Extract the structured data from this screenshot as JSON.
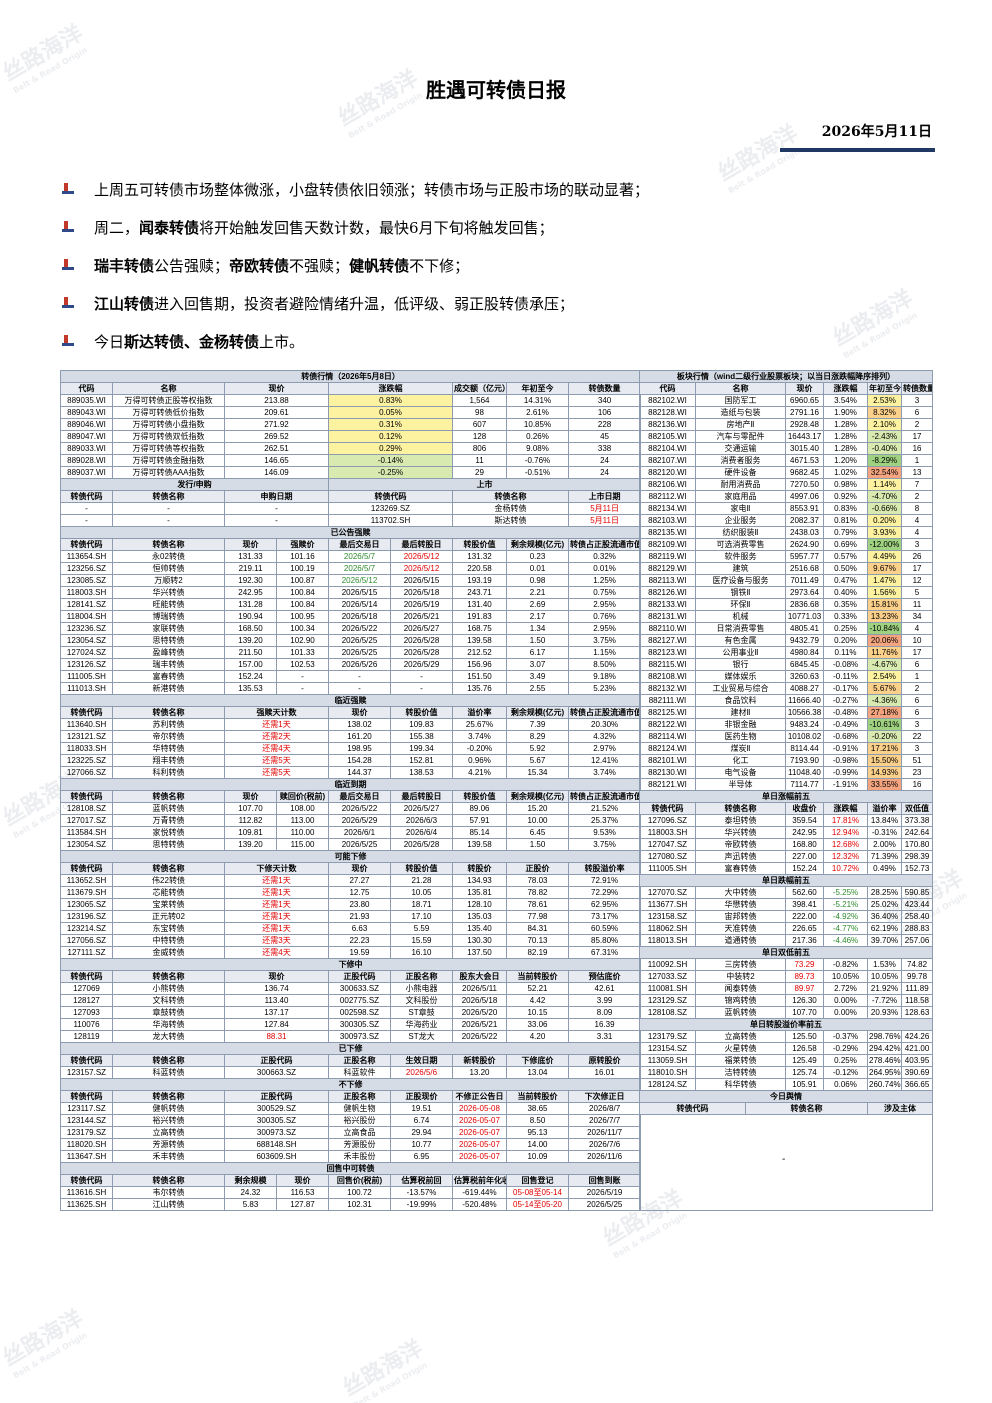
{
  "title": "胜遇可转债日报",
  "date": "2026年5月11日",
  "bullets": [
    [
      {
        "t": "上周五可转债市场整体微涨，小盘转债依旧领涨；转债市场与正股市场的联动显著；",
        "b": false
      }
    ],
    [
      {
        "t": "周二，",
        "b": false
      },
      {
        "t": "闻泰转债",
        "b": true
      },
      {
        "t": "将开始触发回售天数计数，最快6月下旬将触发回售；",
        "b": false
      }
    ],
    [
      {
        "t": "瑞丰转债",
        "b": true
      },
      {
        "t": "公告强赎；",
        "b": false
      },
      {
        "t": "帝欧转债",
        "b": true
      },
      {
        "t": "不强赎；",
        "b": false
      },
      {
        "t": "健帆转债",
        "b": true
      },
      {
        "t": "不下修；",
        "b": false
      }
    ],
    [
      {
        "t": "江山转债",
        "b": true
      },
      {
        "t": "进入回售期，投资者避险情绪升温，低评级、弱正股转债承压；",
        "b": false
      }
    ],
    [
      {
        "t": "今日",
        "b": false
      },
      {
        "t": "斯达转债、金杨转债",
        "b": true
      },
      {
        "t": "上市。",
        "b": false
      }
    ]
  ],
  "watermark": {
    "cn": "丝路海洋",
    "en": "Belt & Road Origin"
  },
  "left_rows": [
    [
      "sec",
      "转债行情（2026年5月8日）"
    ],
    [
      "hd",
      "代码",
      "名称",
      "现价",
      "涨跌幅",
      "成交额（亿元）",
      "年初至今",
      "转债数量"
    ],
    [
      "",
      "889035.WI",
      "万得可转债正股等权指数",
      "213.88",
      "0.83%",
      "1,564",
      "14.31%",
      "340"
    ],
    [
      "",
      "889043.WI",
      "万得可转债低价指数",
      "209.61",
      "0.05%",
      "98",
      "2.61%",
      "106"
    ],
    [
      "",
      "889046.WI",
      "万得可转债小盘指数",
      "271.92",
      "0.31%",
      "607",
      "10.85%",
      "228"
    ],
    [
      "",
      "889047.WI",
      "万得可转债双低指数",
      "269.52",
      "0.12%",
      "128",
      "0.26%",
      "45"
    ],
    [
      "",
      "889033.WI",
      "万得可转债等权指数",
      "262.51",
      "0.29%",
      "806",
      "9.08%",
      "338"
    ],
    [
      "",
      "889028.WI",
      "万得可转债金融指数",
      "146.65",
      "-0.14%",
      "11",
      "-0.76%",
      "24"
    ],
    [
      "",
      "889037.WI",
      "万得可转债AAA指数",
      "146.09",
      "-0.25%",
      "29",
      "-0.51%",
      "24"
    ],
    [
      "sec",
      "发行/申购",
      "上市"
    ],
    [
      "hd",
      "转债代码",
      "转债名称",
      "申购日期",
      "转债代码",
      "转债名称",
      "上市日期"
    ],
    [
      "",
      "-",
      "-",
      "-",
      "123269.SZ",
      "金杨转债",
      "5月11日"
    ],
    [
      "",
      "-",
      "-",
      "-",
      "113702.SH",
      "斯达转债",
      "5月11日"
    ],
    [
      "sec",
      "已公告强赎"
    ],
    [
      "hd",
      "转债代码",
      "转债名称",
      "现价",
      "强赎价",
      "最后交易日",
      "最后转股日",
      "转股价值",
      "剩余规模(亿元)",
      "转债占正股流通市值比"
    ],
    [
      "",
      "113654.SH",
      "永02转债",
      "131.33",
      "101.16",
      "2026/5/7",
      "2026/5/12",
      "131.32",
      "0.23",
      "0.32%"
    ],
    [
      "",
      "123256.SZ",
      "恒帅转债",
      "219.11",
      "100.19",
      "2026/5/7",
      "2026/5/12",
      "220.58",
      "0.01",
      "0.01%"
    ],
    [
      "",
      "123085.SZ",
      "万顺转2",
      "192.30",
      "100.87",
      "2026/5/12",
      "2026/5/15",
      "193.19",
      "0.98",
      "1.25%"
    ],
    [
      "",
      "118003.SH",
      "华兴转债",
      "242.95",
      "100.84",
      "2026/5/15",
      "2026/5/18",
      "243.71",
      "2.21",
      "0.75%"
    ],
    [
      "",
      "128141.SZ",
      "旺能转债",
      "131.28",
      "100.84",
      "2026/5/14",
      "2026/5/19",
      "131.40",
      "2.69",
      "2.95%"
    ],
    [
      "",
      "118004.SH",
      "博瑞转债",
      "190.94",
      "100.95",
      "2026/5/18",
      "2026/5/21",
      "191.83",
      "2.17",
      "0.76%"
    ],
    [
      "",
      "123236.SZ",
      "家联转债",
      "168.50",
      "100.34",
      "2026/5/22",
      "2026/5/27",
      "168.75",
      "1.34",
      "2.95%"
    ],
    [
      "",
      "123054.SZ",
      "思特转债",
      "139.20",
      "102.90",
      "2026/5/25",
      "2026/5/28",
      "139.58",
      "1.50",
      "3.75%"
    ],
    [
      "",
      "127024.SZ",
      "盈峰转债",
      "211.50",
      "101.33",
      "2026/5/25",
      "2026/5/28",
      "212.52",
      "6.17",
      "1.15%"
    ],
    [
      "",
      "123126.SZ",
      "瑞丰转债",
      "157.00",
      "102.53",
      "2026/5/26",
      "2026/5/29",
      "156.96",
      "3.07",
      "8.50%"
    ],
    [
      "",
      "111005.SH",
      "富春转债",
      "152.24",
      "-",
      "-",
      "-",
      "151.50",
      "3.49",
      "9.18%"
    ],
    [
      "",
      "111013.SH",
      "新港转债",
      "135.53",
      "-",
      "-",
      "-",
      "135.76",
      "2.55",
      "5.23%"
    ],
    [
      "sec",
      "临近强赎"
    ],
    [
      "hd",
      "转债代码",
      "转债名称",
      "强赎天计数",
      "现价",
      "转股价值",
      "溢价率",
      "剩余规模(亿元)",
      "转债占正股流通市值比"
    ],
    [
      "",
      "113640.SH",
      "苏利转债",
      "还需1天",
      "138.02",
      "109.83",
      "25.67%",
      "7.39",
      "20.30%"
    ],
    [
      "",
      "123121.SZ",
      "帝尔转债",
      "还需2天",
      "161.20",
      "155.38",
      "3.74%",
      "8.29",
      "4.32%"
    ],
    [
      "",
      "118033.SH",
      "华特转债",
      "还需4天",
      "198.95",
      "199.34",
      "-0.20%",
      "5.92",
      "2.97%"
    ],
    [
      "",
      "123225.SZ",
      "翔丰转债",
      "还需5天",
      "154.28",
      "152.81",
      "0.96%",
      "5.67",
      "12.41%"
    ],
    [
      "",
      "127066.SZ",
      "科利转债",
      "还需5天",
      "144.37",
      "138.53",
      "4.21%",
      "15.34",
      "3.74%"
    ],
    [
      "sec",
      "临近到期"
    ],
    [
      "hd",
      "转债代码",
      "转债名称",
      "现价",
      "赎回价(税前)",
      "最后交易日",
      "最后转股日",
      "转股价值",
      "剩余规模(亿元)",
      "转债占正股流通市值比"
    ],
    [
      "",
      "128108.SZ",
      "蓝帆转债",
      "107.70",
      "108.00",
      "2026/5/22",
      "2026/5/27",
      "89.06",
      "15.20",
      "21.52%"
    ],
    [
      "",
      "127017.SZ",
      "万青转债",
      "112.82",
      "113.00",
      "2026/5/29",
      "2026/6/3",
      "57.91",
      "10.00",
      "25.37%"
    ],
    [
      "",
      "113584.SH",
      "家悦转债",
      "109.81",
      "110.00",
      "2026/6/1",
      "2026/6/4",
      "85.14",
      "6.45",
      "9.53%"
    ],
    [
      "",
      "123054.SZ",
      "思特转债",
      "139.20",
      "115.00",
      "2026/5/25",
      "2026/5/28",
      "139.58",
      "1.50",
      "3.75%"
    ],
    [
      "sec",
      "可能下修"
    ],
    [
      "hd",
      "转债代码",
      "转债名称",
      "下修天计数",
      "现价",
      "转股价值",
      "转股价",
      "正股价",
      "转股溢价率"
    ],
    [
      "",
      "113652.SH",
      "伟22转债",
      "还需1天",
      "27.27",
      "21.28",
      "134.93",
      "78.03",
      "72.91%"
    ],
    [
      "",
      "113679.SH",
      "芯能转债",
      "还需1天",
      "12.75",
      "10.05",
      "135.81",
      "78.82",
      "72.29%"
    ],
    [
      "",
      "123065.SZ",
      "宝莱转债",
      "还需1天",
      "23.80",
      "18.71",
      "128.10",
      "78.61",
      "62.95%"
    ],
    [
      "",
      "123196.SZ",
      "正元转02",
      "还需1天",
      "21.93",
      "17.10",
      "135.03",
      "77.98",
      "73.17%"
    ],
    [
      "",
      "123214.SZ",
      "东宝转债",
      "还需1天",
      "6.63",
      "5.59",
      "135.40",
      "84.31",
      "60.59%"
    ],
    [
      "",
      "127056.SZ",
      "中特转债",
      "还需3天",
      "22.23",
      "15.59",
      "130.30",
      "70.13",
      "85.80%"
    ],
    [
      "",
      "127111.SZ",
      "金威转债",
      "还需4天",
      "19.59",
      "16.10",
      "137.50",
      "82.19",
      "67.31%"
    ],
    [
      "sec",
      "下修中"
    ],
    [
      "hd",
      "转债代码",
      "转债名称",
      "现价",
      "正股代码",
      "正股名称",
      "股东大会日",
      "当前转股价",
      "预估底价"
    ],
    [
      "",
      "127069",
      "小熊转债",
      "136.74",
      "300633.SZ",
      "小熊电器",
      "2026/5/11",
      "52.21",
      "42.61"
    ],
    [
      "",
      "128127",
      "文科转债",
      "113.40",
      "002775.SZ",
      "文科股份",
      "2026/5/18",
      "4.42",
      "3.99"
    ],
    [
      "",
      "127093",
      "章鼓转债",
      "137.17",
      "002598.SZ",
      "ST章鼓",
      "2026/5/20",
      "10.15",
      "8.09"
    ],
    [
      "",
      "110076",
      "华海转债",
      "127.84",
      "300305.SZ",
      "华海药业",
      "2026/5/21",
      "33.06",
      "16.39"
    ],
    [
      "",
      "128119",
      "龙大转债",
      "88.31",
      "300973.SZ",
      "ST龙大",
      "2026/5/22",
      "4.20",
      "3.31"
    ],
    [
      "sec",
      "已下修"
    ],
    [
      "hd",
      "转债代码",
      "转债名称",
      "正股代码",
      "正股名称",
      "生效日期",
      "新转股价",
      "下修底价",
      "原转股价"
    ],
    [
      "",
      "123157.SZ",
      "科蓝转债",
      "300663.SZ",
      "科蓝软件",
      "2026/5/6",
      "13.20",
      "13.04",
      "16.01"
    ],
    [
      "sec",
      "不下修"
    ],
    [
      "hd",
      "转债代码",
      "转债名称",
      "正股代码",
      "正股名称",
      "正股现价",
      "不修正公告日",
      "当前转股价",
      "下次修正日"
    ],
    [
      "",
      "123117.SZ",
      "健帆转债",
      "300529.SZ",
      "健帆生物",
      "19.51",
      "2026-05-08",
      "38.65",
      "2026/8/7"
    ],
    [
      "",
      "123144.SZ",
      "裕兴转债",
      "300305.SZ",
      "裕兴股份",
      "6.74",
      "2026-05-07",
      "8.50",
      "2026/7/7"
    ],
    [
      "",
      "123179.SZ",
      "立高转债",
      "300973.SZ",
      "立高食品",
      "29.94",
      "2026-05-07",
      "95.13",
      "2026/11/7"
    ],
    [
      "",
      "118020.SH",
      "芳源转债",
      "688148.SH",
      "芳源股份",
      "10.77",
      "2026-05-07",
      "14.00",
      "2026/7/6"
    ],
    [
      "",
      "113647.SH",
      "禾丰转债",
      "603609.SH",
      "禾丰股份",
      "6.95",
      "2026-05-07",
      "10.09",
      "2026/11/6"
    ],
    [
      "sec",
      "回售中可转债"
    ],
    [
      "hd",
      "转债代码",
      "转债名称",
      "剩余规模",
      "现价",
      "回售价(税前)",
      "估算税前回",
      "估算税前年化收益",
      "回售登记",
      "回售到账"
    ],
    [
      "",
      "113616.SH",
      "韦尔转债",
      "24.32",
      "116.53",
      "100.72",
      "-13.57%",
      "-619.44%",
      "05-08至05-14",
      "2026/5/19"
    ],
    [
      "",
      "113625.SH",
      "江山转债",
      "5.83",
      "127.87",
      "102.31",
      "-19.99%",
      "-520.48%",
      "05-14至05-20",
      "2026/5/25"
    ]
  ],
  "right_rows": [
    [
      "sec",
      "板块行情（wind二级行业股票板块；以当日涨跌幅降序排列）"
    ],
    [
      "hd",
      "代码",
      "名称",
      "现价",
      "涨跌幅",
      "年初至今",
      "转债数量"
    ],
    [
      "",
      "882102.WI",
      "国防军工",
      "6960.65",
      "3.54%",
      "2.53%",
      "3"
    ],
    [
      "",
      "882128.WI",
      "造纸与包装",
      "2791.16",
      "1.90%",
      "8.32%",
      "6"
    ],
    [
      "",
      "882136.WI",
      "房地产Ⅱ",
      "2928.48",
      "1.28%",
      "2.10%",
      "2"
    ],
    [
      "",
      "882105.WI",
      "汽车与零配件",
      "16443.17",
      "1.28%",
      "-2.43%",
      "17"
    ],
    [
      "",
      "882104.WI",
      "交通运输",
      "3015.40",
      "1.28%",
      "-0.40%",
      "16"
    ],
    [
      "",
      "882107.WI",
      "消费者服务",
      "4671.53",
      "1.20%",
      "-8.29%",
      "1"
    ],
    [
      "",
      "882120.WI",
      "硬件设备",
      "9682.45",
      "1.02%",
      "32.54%",
      "13"
    ],
    [
      "",
      "882106.WI",
      "耐用消费品",
      "7270.50",
      "0.98%",
      "1.14%",
      "7"
    ],
    [
      "",
      "882112.WI",
      "家庭用品",
      "4997.06",
      "0.92%",
      "-4.70%",
      "2"
    ],
    [
      "",
      "882134.WI",
      "家电Ⅱ",
      "8553.91",
      "0.83%",
      "-0.66%",
      "8"
    ],
    [
      "",
      "882103.WI",
      "企业服务",
      "2082.37",
      "0.81%",
      "0.20%",
      "4"
    ],
    [
      "",
      "882135.WI",
      "纺织服装Ⅱ",
      "2438.03",
      "0.79%",
      "3.93%",
      "4"
    ],
    [
      "",
      "882109.WI",
      "可选消费零售",
      "2624.90",
      "0.69%",
      "-12.00%",
      "3"
    ],
    [
      "",
      "882119.WI",
      "软件服务",
      "5957.77",
      "0.57%",
      "4.49%",
      "26"
    ],
    [
      "",
      "882129.WI",
      "建筑",
      "2516.68",
      "0.50%",
      "9.67%",
      "17"
    ],
    [
      "",
      "882113.WI",
      "医疗设备与服务",
      "7011.49",
      "0.47%",
      "1.47%",
      "12"
    ],
    [
      "",
      "882126.WI",
      "钢铁Ⅱ",
      "2973.64",
      "0.40%",
      "1.56%",
      "5"
    ],
    [
      "",
      "882133.WI",
      "环保Ⅱ",
      "2836.68",
      "0.35%",
      "15.81%",
      "11"
    ],
    [
      "",
      "882131.WI",
      "机械",
      "10771.03",
      "0.33%",
      "13.23%",
      "34"
    ],
    [
      "",
      "882110.WI",
      "日常消费零售",
      "4805.41",
      "0.25%",
      "-10.84%",
      "4"
    ],
    [
      "",
      "882127.WI",
      "有色金属",
      "9432.79",
      "0.20%",
      "20.06%",
      "10"
    ],
    [
      "",
      "882123.WI",
      "公用事业Ⅱ",
      "4980.84",
      "0.11%",
      "11.76%",
      "17"
    ],
    [
      "",
      "882115.WI",
      "银行",
      "6845.45",
      "-0.08%",
      "-4.67%",
      "6"
    ],
    [
      "",
      "882108.WI",
      "媒体娱乐",
      "3260.63",
      "-0.11%",
      "2.54%",
      "1"
    ],
    [
      "",
      "882132.WI",
      "工业贸易与综合",
      "4088.27",
      "-0.17%",
      "5.67%",
      "2"
    ],
    [
      "",
      "882111.WI",
      "食品饮料",
      "11666.40",
      "-0.27%",
      "-4.36%",
      "6"
    ],
    [
      "",
      "882125.WI",
      "建材Ⅱ",
      "10566.38",
      "-0.48%",
      "27.18%",
      "6"
    ],
    [
      "",
      "882122.WI",
      "非银金融",
      "9483.24",
      "-0.49%",
      "-10.61%",
      "3"
    ],
    [
      "",
      "882114.WI",
      "医药生物",
      "10108.02",
      "-0.68%",
      "-0.20%",
      "22"
    ],
    [
      "",
      "882124.WI",
      "煤炭Ⅱ",
      "8114.44",
      "-0.91%",
      "17.21%",
      "3"
    ],
    [
      "",
      "882101.WI",
      "化工",
      "7193.90",
      "-0.98%",
      "15.50%",
      "51"
    ],
    [
      "",
      "882130.WI",
      "电气设备",
      "11048.40",
      "-0.99%",
      "14.93%",
      "23"
    ],
    [
      "",
      "882121.WI",
      "半导体",
      "7114.77",
      "-1.91%",
      "33.55%",
      "16"
    ],
    [
      "sec",
      "单日涨幅前五"
    ],
    [
      "hd",
      "转债代码",
      "转债名称",
      "收盘价",
      "涨跌幅",
      "溢价率",
      "双低值"
    ],
    [
      "",
      "127096.SZ",
      "泰坦转债",
      "359.54",
      "17.81%",
      "13.84%",
      "373.38"
    ],
    [
      "",
      "118003.SH",
      "华兴转债",
      "242.95",
      "12.94%",
      "-0.31%",
      "242.64"
    ],
    [
      "",
      "127047.SZ",
      "帝欧转债",
      "168.80",
      "12.68%",
      "2.00%",
      "170.80"
    ],
    [
      "",
      "127080.SZ",
      "声迅转债",
      "227.00",
      "12.32%",
      "71.39%",
      "298.39"
    ],
    [
      "",
      "111005.SH",
      "富春转债",
      "152.24",
      "10.72%",
      "0.49%",
      "152.73"
    ],
    [
      "sec",
      "单日跌幅前五"
    ],
    [
      "",
      "127070.SZ",
      "大中转债",
      "562.60",
      "-5.25%",
      "28.25%",
      "590.85"
    ],
    [
      "",
      "113677.SH",
      "华懋转债",
      "398.41",
      "-5.21%",
      "25.02%",
      "423.44"
    ],
    [
      "",
      "123158.SZ",
      "宙邦转债",
      "222.00",
      "-4.92%",
      "36.40%",
      "258.40"
    ],
    [
      "",
      "118062.SH",
      "天准转债",
      "226.65",
      "-4.77%",
      "62.19%",
      "288.83"
    ],
    [
      "",
      "118013.SH",
      "道通转债",
      "217.36",
      "-4.46%",
      "39.70%",
      "257.06"
    ],
    [
      "sec",
      "单日双低前五"
    ],
    [
      "",
      "110092.SH",
      "三房转债",
      "73.29",
      "-0.82%",
      "1.53%",
      "74.82"
    ],
    [
      "",
      "127033.SZ",
      "中装转2",
      "89.73",
      "10.05%",
      "10.05%",
      "99.78"
    ],
    [
      "",
      "110081.SH",
      "闻泰转债",
      "89.97",
      "2.72%",
      "21.92%",
      "111.89"
    ],
    [
      "",
      "123129.SZ",
      "锦鸡转债",
      "126.30",
      "0.00%",
      "-7.72%",
      "118.58"
    ],
    [
      "",
      "128108.SZ",
      "蓝帆转债",
      "107.70",
      "0.00%",
      "20.93%",
      "128.63"
    ],
    [
      "sec",
      "单日转股溢价率前五"
    ],
    [
      "",
      "123179.SZ",
      "立高转债",
      "125.50",
      "-0.37%",
      "298.76%",
      "424.26"
    ],
    [
      "",
      "123154.SZ",
      "火星转债",
      "126.58",
      "-0.29%",
      "294.42%",
      "421.00"
    ],
    [
      "",
      "113059.SH",
      "福莱转债",
      "125.49",
      "0.25%",
      "278.46%",
      "403.95"
    ],
    [
      "",
      "118010.SH",
      "洁特转债",
      "125.74",
      "-0.12%",
      "264.95%",
      "390.69"
    ],
    [
      "",
      "128124.SZ",
      "科华转债",
      "105.91",
      "0.06%",
      "260.74%",
      "366.65"
    ],
    [
      "sec",
      "今日舆情"
    ],
    [
      "hd",
      "转债代码",
      "转债名称",
      "涉及主体"
    ]
  ],
  "sentiment_placeholder": "-"
}
